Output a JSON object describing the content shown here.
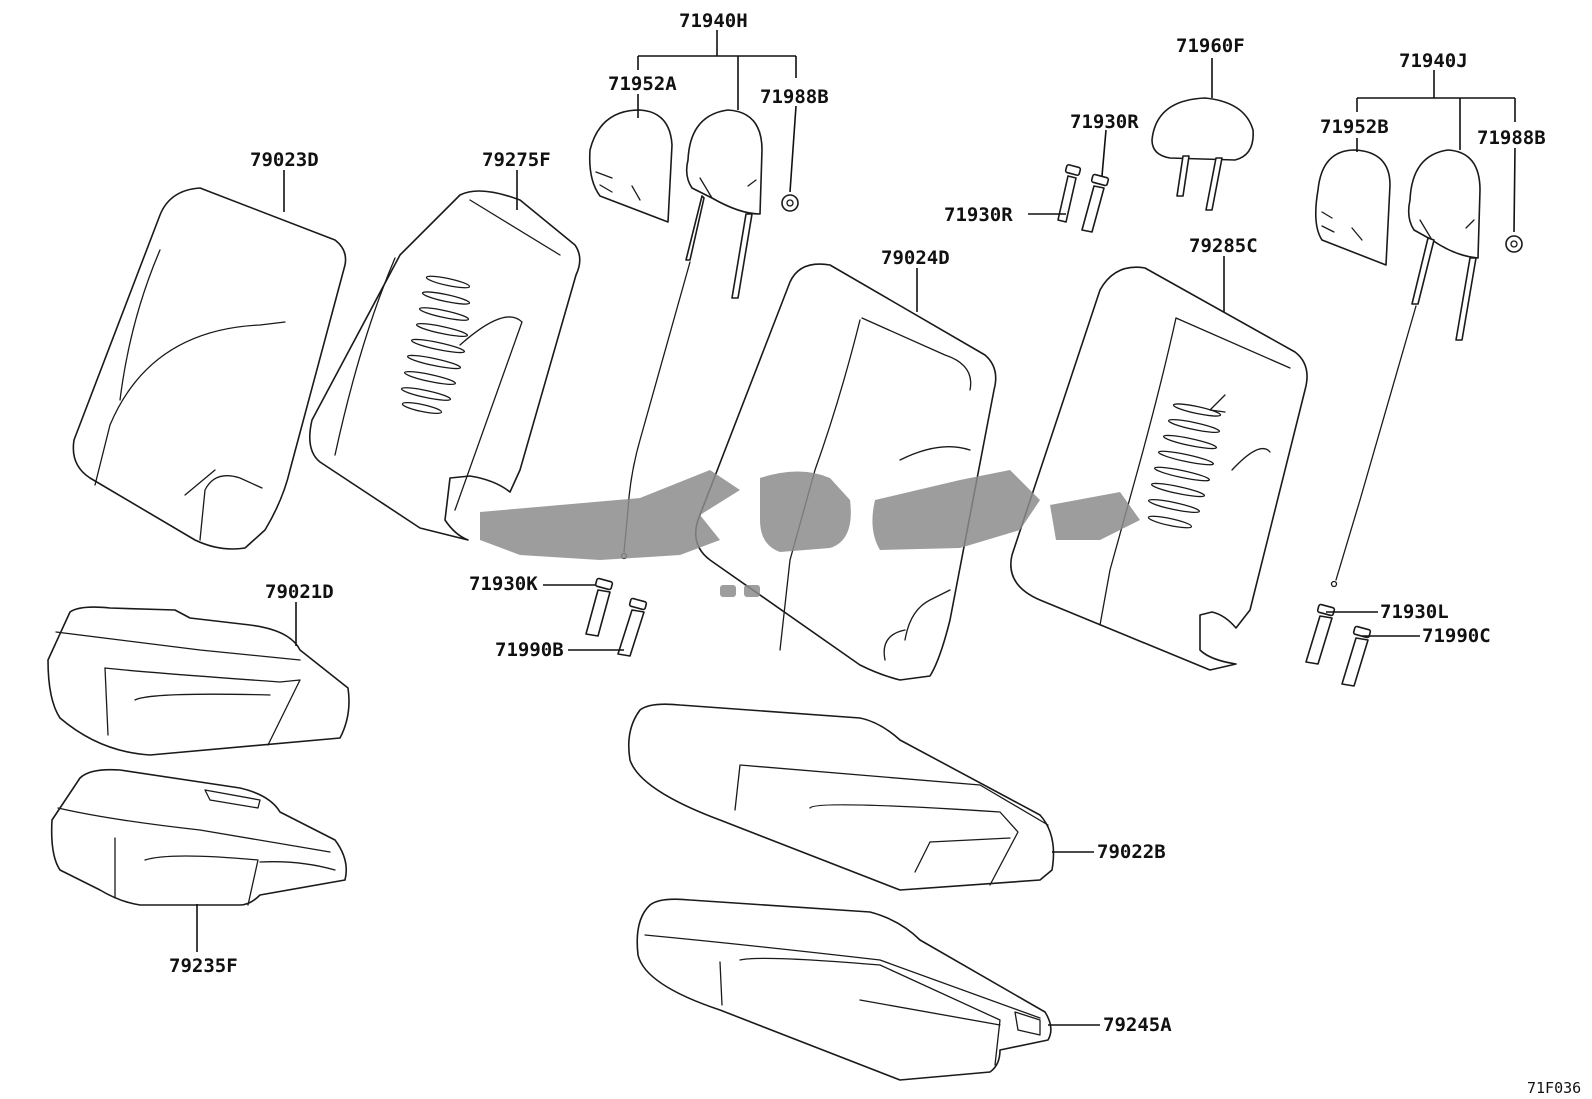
{
  "diagram": {
    "drawing_code": "71F036",
    "parts": {
      "p71940H": "71940H",
      "p71952A": "71952A",
      "p71988B_left": "71988B",
      "p71960F": "71960F",
      "p71940J": "71940J",
      "p71952B": "71952B",
      "p71988B_right": "71988B",
      "p71930R_upper": "71930R",
      "p71930R_lower": "71930R",
      "p79023D": "79023D",
      "p79275F": "79275F",
      "p79024D": "79024D",
      "p79285C": "79285C",
      "p71930K": "71930K",
      "p71990B": "71990B",
      "p71930L": "71930L",
      "p71990C": "71990C",
      "p79021D": "79021D",
      "p79022B": "79022B",
      "p79235F": "79235F",
      "p79245A": "79245A"
    },
    "colors": {
      "line": "#1a1a1a",
      "watermark": "#8c8c8c",
      "background": "#ffffff"
    }
  }
}
